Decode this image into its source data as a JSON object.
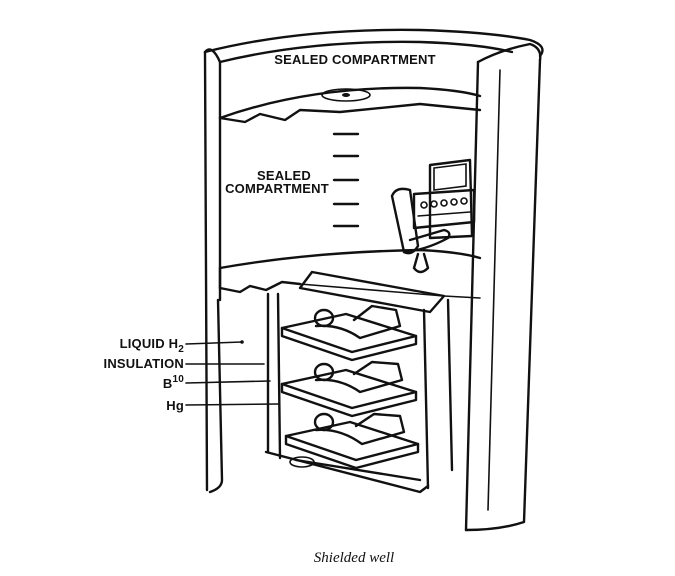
{
  "diagram": {
    "top_label": "SEALED COMPARTMENT",
    "mid_label_line1": "SEALED",
    "mid_label_line2": "COMPARTMENT",
    "layers": {
      "liquid_prefix": "LIQUID H",
      "liquid_sub": "2",
      "insulation": "INSULATION",
      "boron_prefix": "B",
      "boron_sup": "10",
      "mercury": "Hg"
    },
    "caption": "Shielded well"
  },
  "colors": {
    "ink": "#111111",
    "paper": "#ffffff"
  }
}
